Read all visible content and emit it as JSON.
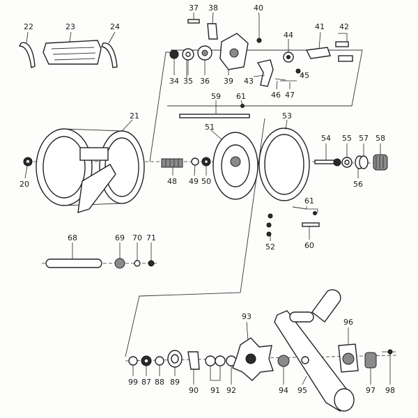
{
  "callouts": [
    {
      "id": "c20",
      "text": "20"
    },
    {
      "id": "c21",
      "text": "21"
    },
    {
      "id": "c22",
      "text": "22"
    },
    {
      "id": "c23",
      "text": "23"
    },
    {
      "id": "c24",
      "text": "24"
    },
    {
      "id": "c34",
      "text": "34"
    },
    {
      "id": "c35",
      "text": "35"
    },
    {
      "id": "c36",
      "text": "36"
    },
    {
      "id": "c37",
      "text": "37"
    },
    {
      "id": "c38",
      "text": "38"
    },
    {
      "id": "c39",
      "text": "39"
    },
    {
      "id": "c40",
      "text": "40"
    },
    {
      "id": "c41",
      "text": "41"
    },
    {
      "id": "c42",
      "text": "42"
    },
    {
      "id": "c43",
      "text": "43"
    },
    {
      "id": "c44",
      "text": "44"
    },
    {
      "id": "c45",
      "text": "45"
    },
    {
      "id": "c46",
      "text": "46"
    },
    {
      "id": "c47",
      "text": "47"
    },
    {
      "id": "c48",
      "text": "48"
    },
    {
      "id": "c49",
      "text": "49"
    },
    {
      "id": "c50",
      "text": "50"
    },
    {
      "id": "c51",
      "text": "51"
    },
    {
      "id": "c52",
      "text": "52"
    },
    {
      "id": "c53",
      "text": "53"
    },
    {
      "id": "c54",
      "text": "54"
    },
    {
      "id": "c55",
      "text": "55"
    },
    {
      "id": "c56",
      "text": "56"
    },
    {
      "id": "c57",
      "text": "57"
    },
    {
      "id": "c58",
      "text": "58"
    },
    {
      "id": "c59",
      "text": "59"
    },
    {
      "id": "c60",
      "text": "60"
    },
    {
      "id": "c61a",
      "text": "61"
    },
    {
      "id": "c61b",
      "text": "61"
    },
    {
      "id": "c68",
      "text": "68"
    },
    {
      "id": "c69",
      "text": "69"
    },
    {
      "id": "c70",
      "text": "70"
    },
    {
      "id": "c71",
      "text": "71"
    },
    {
      "id": "c87",
      "text": "87"
    },
    {
      "id": "c88",
      "text": "88"
    },
    {
      "id": "c89",
      "text": "89"
    },
    {
      "id": "c90",
      "text": "90"
    },
    {
      "id": "c91",
      "text": "91"
    },
    {
      "id": "c92",
      "text": "92"
    },
    {
      "id": "c93",
      "text": "93"
    },
    {
      "id": "c94",
      "text": "94"
    },
    {
      "id": "c95",
      "text": "95"
    },
    {
      "id": "c96",
      "text": "96"
    },
    {
      "id": "c97",
      "text": "97"
    },
    {
      "id": "c98",
      "text": "98"
    },
    {
      "id": "c99",
      "text": "99"
    }
  ]
}
